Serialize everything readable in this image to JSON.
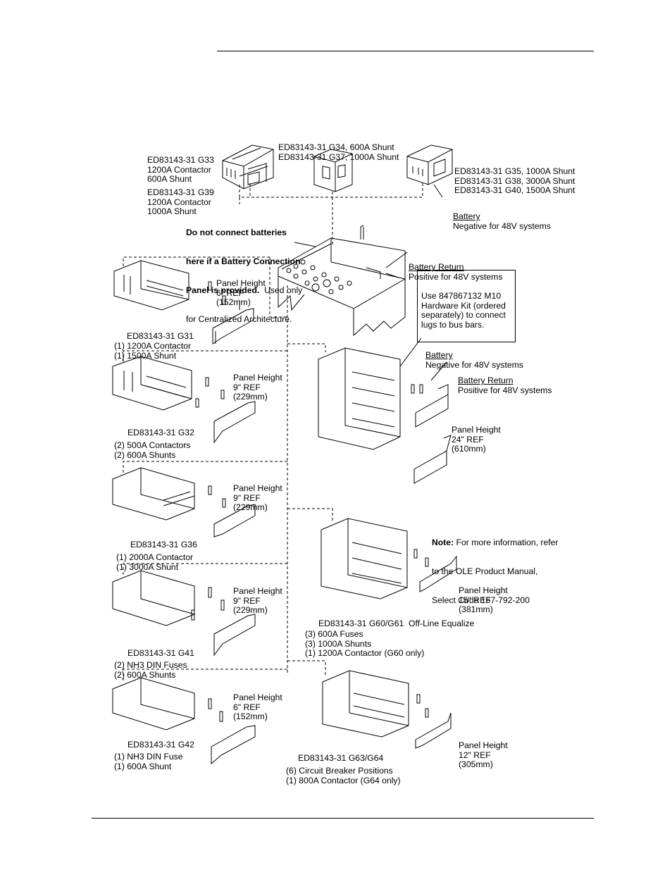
{
  "labels": {
    "g34_g37": [
      "ED83143-31 G34, 600A Shunt",
      "ED83143-31 G37, 1000A Shunt"
    ],
    "g33": [
      "ED83143-31 G33",
      "1200A Contactor",
      "600A Shunt"
    ],
    "g39": [
      "ED83143-31 G39",
      "1200A Contactor",
      "1000A Shunt"
    ],
    "g35_g38_g40": [
      "ED83143-31 G35, 1000A Shunt",
      "ED83143-31 G38, 3000A Shunt",
      "ED83143-31 G40, 1500A Shunt"
    ],
    "battery_top": {
      "title": "Battery",
      "text": "Negative for 48V systems"
    },
    "warning": {
      "bold": "Do not connect batteries here if a Battery Connection Panel is provided.",
      "line1": "Do not connect batteries",
      "line2": "here if a Battery Connection",
      "line3": "Panel is provided.",
      "line3_rest": "  Used only",
      "line4": "for Centralized Architecture."
    },
    "battery_return_top": {
      "title": "Battery Return",
      "text": "Positive for 48V systems"
    },
    "hardware_note": [
      "Use 847867132 M10",
      "Hardware Kit (ordered",
      "separately) to connect",
      "lugs to bus bars."
    ],
    "battery_mid": {
      "title": "Battery",
      "text": "Negative for 48V systems"
    },
    "battery_return_mid": {
      "title": "Battery Return",
      "text": "Positive for 48V systems"
    },
    "panel_24": [
      "Panel Height",
      "24\" REF",
      "(610mm)"
    ],
    "g31_height": [
      "Panel Height",
      "6\" REF",
      "(152mm)"
    ],
    "g31": [
      "ED83143-31 G31",
      "(1) 1200A Contactor",
      "(1) 1500A Shunt"
    ],
    "g32_height": [
      "Panel Height",
      "9\" REF",
      "(229mm)"
    ],
    "g32": [
      "ED83143-31 G32",
      "(2) 500A Contactors",
      "(2) 600A Shunts"
    ],
    "g36_height": [
      "Panel Height",
      "9\" REF",
      "(229mm)"
    ],
    "g36": [
      "ED83143-31 G36",
      "(1) 2000A Contactor",
      "(1) 3000A Shunt"
    ],
    "g41_height": [
      "Panel Height",
      "9\" REF",
      "(229mm)"
    ],
    "g41": [
      "ED83143-31 G41",
      "(2) NH3 DIN Fuses",
      "(2) 600A Shunts"
    ],
    "g42_height": [
      "Panel Height",
      "6\" REF",
      "(152mm)"
    ],
    "g42": [
      "ED83143-31 G42",
      "(1) NH3 DIN Fuse",
      "(1) 600A Shunt"
    ],
    "ole_note": {
      "bold": "Note:",
      "line1_rest": " For more information, refer",
      "line2": "to the OLE Product Manual,",
      "line3": "Select Code 167-792-200"
    },
    "panel_15": [
      "Panel Height",
      "15\" REF",
      "(381mm)"
    ],
    "g60_g61": [
      "ED83143-31 G60/G61  Off-Line Equalize",
      "(3) 600A Fuses",
      "(3) 1000A Shunts",
      "(1) 1200A Contactor (G60 only)"
    ],
    "g63_g64": [
      "ED83143-31 G63/G64",
      "(6) Circuit Breaker Positions",
      "(1) 800A Contactor (G64 only)"
    ],
    "panel_12": [
      "Panel Height",
      "12\" REF",
      "(305mm)"
    ]
  }
}
